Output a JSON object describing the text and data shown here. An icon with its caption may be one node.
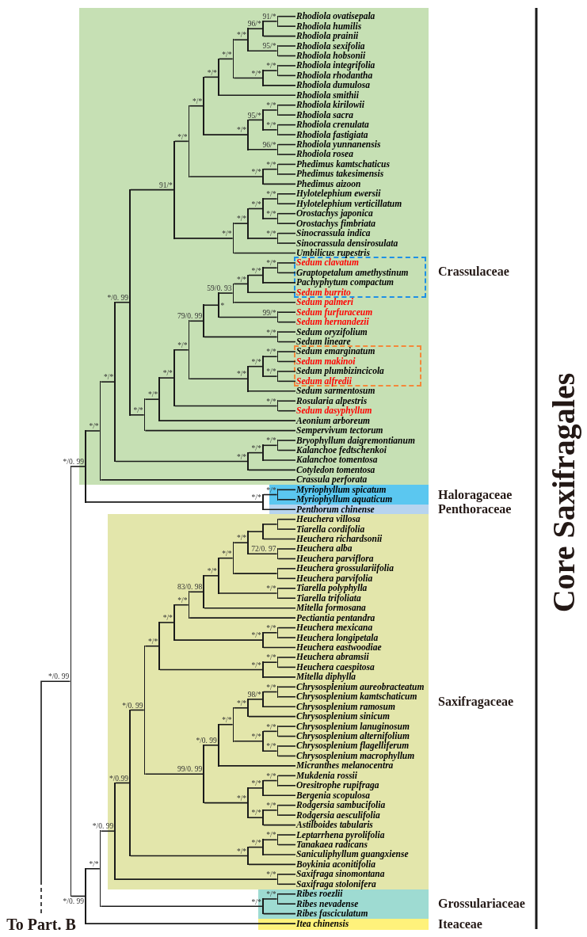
{
  "diagram": {
    "nodes": [
      {
        "text": [
          "Crassulaceae"
        ]
      },
      {
        "text": [],
        "shape": "box",
        "in": 0
      },
      {
        "text": [],
        "shape": "box",
        "in": 0
      },
      {
        "text": [
          "Haloragaceae"
        ]
      },
      {
        "text": [
          "Penthoraceae"
        ]
      },
      {
        "text": [
          "Saxifragaceae"
        ]
      },
      {
        "text": [
          "Grossulariaceae"
        ]
      },
      {
        "text": [
          "Iteaceae"
        ]
      },
      {
        "text": [
          "Rhodiola ovatisepala"
        ],
        "in": 0
      },
      {
        "text": [
          "Rhodiola humilis"
        ],
        "in": 0
      },
      {
        "text": [
          "Rhodiola prainii"
        ],
        "in": 0
      },
      {
        "text": [
          "Rhodiola sexifolia"
        ],
        "in": 0
      },
      {
        "text": [
          "Rhodiola hobsonii"
        ],
        "in": 0
      },
      {
        "text": [
          "Rhodiola integrifolia"
        ],
        "in": 0
      },
      {
        "text": [
          "Rhodiola rhodantha"
        ],
        "in": 0
      },
      {
        "text": [
          "Rhodiola dumulosa"
        ],
        "in": 0
      },
      {
        "text": [
          "Rhodiola smithii"
        ],
        "in": 0
      },
      {
        "text": [
          "Rhodiola kirilowii"
        ],
        "in": 0
      },
      {
        "text": [
          "Rhodiola sacra"
        ],
        "in": 0
      },
      {
        "text": [
          "Rhodiola crenulata"
        ],
        "in": 0
      },
      {
        "text": [
          "Rhodiola fastigiata"
        ],
        "in": 0
      },
      {
        "text": [
          "Rhodiola yunnanensis"
        ],
        "in": 0
      },
      {
        "text": [
          "Rhodiola rosea"
        ],
        "in": 0
      },
      {
        "text": [
          "Phedimus kamtschaticus"
        ],
        "in": 0
      },
      {
        "text": [
          "Phedimus takesimensis"
        ],
        "in": 0
      },
      {
        "text": [
          "Phedimus aizoon"
        ],
        "in": 0
      },
      {
        "text": [
          "Hylotelephium ewersii"
        ],
        "in": 0
      },
      {
        "text": [
          "Hylotelephium verticillatum"
        ],
        "in": 0
      },
      {
        "text": [
          "Orostachys japonica"
        ],
        "in": 0
      },
      {
        "text": [
          "Orostachys fimbriata"
        ],
        "in": 0
      },
      {
        "text": [
          "Sinocrassula indica"
        ],
        "in": 0
      },
      {
        "text": [
          "Sinocrassula densirosulata"
        ],
        "in": 0
      },
      {
        "text": [
          "Umbilicus rupestris"
        ],
        "in": 0
      },
      {
        "text": [
          "Sedum clavatum"
        ],
        "in": 1
      },
      {
        "text": [
          "Graptopetalum amethystinum"
        ],
        "in": 1
      },
      {
        "text": [
          "Pachyphytum compactum"
        ],
        "in": 1
      },
      {
        "text": [
          "Sedum burrito"
        ],
        "in": 1
      },
      {
        "text": [
          "Sedum palmeri"
        ],
        "in": 0
      },
      {
        "text": [
          "Sedum furfuraceum"
        ],
        "in": 0
      },
      {
        "text": [
          "Sedum hernandezii"
        ],
        "in": 0
      },
      {
        "text": [
          "Sedum oryzifolium"
        ],
        "in": 0
      },
      {
        "text": [
          "Sedum lineare"
        ],
        "in": 0
      },
      {
        "text": [
          "Sedum emarginatum"
        ],
        "in": 2
      },
      {
        "text": [
          "Sedum makinoi"
        ],
        "in": 2
      },
      {
        "text": [
          "Sedum plumbizincicola"
        ],
        "in": 2
      },
      {
        "text": [
          "Sedum alfredii"
        ],
        "in": 2
      },
      {
        "text": [
          "Sedum sarmentosum"
        ],
        "in": 0
      },
      {
        "text": [
          "Rosularia alpestris"
        ],
        "in": 0
      },
      {
        "text": [
          "Sedum dasyphyllum"
        ],
        "in": 0
      },
      {
        "text": [
          "Aeonium arboreum"
        ],
        "in": 0
      },
      {
        "text": [
          "Sempervivum tectorum"
        ],
        "in": 0
      },
      {
        "text": [
          "Bryophyllum daigremontianum"
        ],
        "in": 0
      },
      {
        "text": [
          "Kalanchoe fedtschenkoi"
        ],
        "in": 0
      },
      {
        "text": [
          "Kalanchoe tomentosa"
        ],
        "in": 0
      },
      {
        "text": [
          "Cotyledon tomentosa"
        ],
        "in": 0
      },
      {
        "text": [
          "Crassula perforata"
        ],
        "in": 0
      },
      {
        "text": [
          "Myriophyllum spicatum"
        ],
        "in": 3
      },
      {
        "text": [
          "Myriophyllum aquaticum"
        ],
        "in": 3
      },
      {
        "text": [
          "Penthorum chinense"
        ],
        "in": 4
      },
      {
        "text": [
          "Heuchera villosa"
        ],
        "in": 5
      },
      {
        "text": [
          "Tiarella cordifolia"
        ],
        "in": 5
      },
      {
        "text": [
          "Heuchera richardsonii"
        ],
        "in": 5
      },
      {
        "text": [
          "Heuchera alba"
        ],
        "in": 5
      },
      {
        "text": [
          "Heuchera parviflora"
        ],
        "in": 5
      },
      {
        "text": [
          "Heuchera grossulariifolia"
        ],
        "in": 5
      },
      {
        "text": [
          "Heuchera parvifolia"
        ],
        "in": 5
      },
      {
        "text": [
          "Tiarella polyphylla"
        ],
        "in": 5
      },
      {
        "text": [
          "Tiarella trifoliata"
        ],
        "in": 5
      },
      {
        "text": [
          "Mitella formosana"
        ],
        "in": 5
      },
      {
        "text": [
          "Pectiantia pentandra"
        ],
        "in": 5
      },
      {
        "text": [
          "Heuchera mexicana"
        ],
        "in": 5
      },
      {
        "text": [
          "Heuchera longipetala"
        ],
        "in": 5
      },
      {
        "text": [
          "Heuchera eastwoodiae"
        ],
        "in": 5
      },
      {
        "text": [
          "Heuchera abramsii"
        ],
        "in": 5
      },
      {
        "text": [
          "Heuchera caespitosa"
        ],
        "in": 5
      },
      {
        "text": [
          "Mitella diphylla"
        ],
        "in": 5
      },
      {
        "text": [
          "Chrysosplenium aureobracteatum"
        ],
        "in": 5
      },
      {
        "text": [
          "Chrysosplenium kamtschaticum"
        ],
        "in": 5
      },
      {
        "text": [
          "Chrysosplenium ramosum"
        ],
        "in": 5
      },
      {
        "text": [
          "Chrysosplenium sinicum"
        ],
        "in": 5
      },
      {
        "text": [
          "Chrysosplenium lanuginosum"
        ],
        "in": 5
      },
      {
        "text": [
          "Chrysosplenium alternifolium"
        ],
        "in": 5
      },
      {
        "text": [
          "Chrysosplenium flagelliferum"
        ],
        "in": 5
      },
      {
        "text": [
          "Chrysosplenium macrophyllum"
        ],
        "in": 5
      },
      {
        "text": [
          "Micranthes melanocentra"
        ],
        "in": 5
      },
      {
        "text": [
          "Mukdenia rossii"
        ],
        "in": 5
      },
      {
        "text": [
          "Oresitrophe rupifraga"
        ],
        "in": 5
      },
      {
        "text": [
          "Bergenia scopulosa"
        ],
        "in": 5
      },
      {
        "text": [
          "Rodgersia sambucifolia"
        ],
        "in": 5
      },
      {
        "text": [
          "Rodgersia aesculifolia"
        ],
        "in": 5
      },
      {
        "text": [
          "Astilboides tabularis"
        ],
        "in": 5
      },
      {
        "text": [
          "Leptarrhena pyrolifolia"
        ],
        "in": 5
      },
      {
        "text": [
          "Tanakaea radicans"
        ],
        "in": 5
      },
      {
        "text": [
          "Saniculiphyllum guangxiense"
        ],
        "in": 5
      },
      {
        "text": [
          "Boykinia aconitifolia"
        ],
        "in": 5
      },
      {
        "text": [
          "Saxifraga sinomontana"
        ],
        "in": 5
      },
      {
        "text": [
          "Saxifraga stolonifera"
        ],
        "in": 5
      },
      {
        "text": [
          "Ribes roezlii"
        ],
        "in": 6
      },
      {
        "text": [
          "Ribes nevadense"
        ],
        "in": 6
      },
      {
        "text": [
          "Ribes fasciculatum"
        ],
        "in": 6
      },
      {
        "text": [
          "Itea chinensis"
        ],
        "in": 7
      },
      {
        "text": [
          "To Part. B"
        ]
      },
      {
        "text": [],
        "shape": "bar"
      },
      {
        "text": [],
        "shape": "bar"
      },
      {
        "text": [],
        "shape": "bar",
        "in": 0
      },
      {
        "text": [],
        "shape": "bar",
        "in": 0
      },
      {
        "text": [],
        "shape": "bar",
        "in": 0
      },
      {
        "text": [],
        "shape": "bar",
        "in": 0
      },
      {
        "text": [],
        "shape": "bar",
        "in": 0
      },
      {
        "text": [],
        "shape": "bar",
        "in": 0
      },
      {
        "text": [],
        "shape": "bar",
        "in": 0
      },
      {
        "text": [],
        "shape": "bar",
        "in": 0
      },
      {
        "text": [],
        "shape": "bar",
        "in": 0
      },
      {
        "text": [],
        "shape": "bar",
        "in": 0
      },
      {
        "text": [],
        "shape": "bar",
        "in": 0
      },
      {
        "text": [],
        "shape": "bar",
        "in": 0
      },
      {
        "text": [],
        "shape": "bar",
        "in": 0
      },
      {
        "text": [],
        "shape": "bar",
        "in": 0
      },
      {
        "text": [],
        "shape": "bar",
        "in": 0
      },
      {
        "text": [],
        "shape": "bar",
        "in": 0
      },
      {
        "text": [],
        "shape": "bar",
        "in": 0
      },
      {
        "text": [],
        "shape": "bar",
        "in": 0
      },
      {
        "text": [],
        "shape": "bar",
        "in": 0
      },
      {
        "text": [],
        "shape": "bar",
        "in": 0
      },
      {
        "text": [],
        "shape": "bar",
        "in": 0
      },
      {
        "text": [],
        "shape": "bar",
        "in": 0
      },
      {
        "text": [],
        "shape": "bar",
        "in": 0
      },
      {
        "text": [],
        "shape": "bar",
        "in": 0
      },
      {
        "text": [],
        "shape": "bar",
        "in": 0
      },
      {
        "text": [],
        "shape": "bar",
        "in": 0
      },
      {
        "text": [],
        "shape": "bar",
        "in": 0
      },
      {
        "text": [],
        "shape": "bar",
        "in": 0
      },
      {
        "text": [],
        "shape": "bar",
        "in": 0
      },
      {
        "text": [],
        "shape": "bar",
        "in": 0
      },
      {
        "text": [],
        "shape": "bar",
        "in": 0
      },
      {
        "text": [],
        "shape": "bar",
        "in": 0
      },
      {
        "text": [],
        "shape": "bar",
        "in": 0,
        "beside": [
          "*"
        ]
      },
      {
        "text": [],
        "shape": "bar",
        "in": 0
      },
      {
        "text": [],
        "shape": "bar",
        "in": 0
      },
      {
        "text": [],
        "shape": "bar",
        "in": 0
      },
      {
        "text": [],
        "shape": "bar",
        "in": 0
      },
      {
        "text": [],
        "shape": "bar",
        "in": 0
      },
      {
        "text": [],
        "shape": "bar",
        "in": 0
      },
      {
        "text": [],
        "shape": "bar",
        "in": 0
      },
      {
        "text": [],
        "shape": "bar",
        "in": 0
      },
      {
        "text": [],
        "shape": "bar",
        "in": 0
      },
      {
        "text": [],
        "shape": "bar",
        "in": 0
      },
      {
        "text": [],
        "shape": "bar",
        "in": 0
      },
      {
        "text": [],
        "shape": "bar",
        "in": 0
      },
      {
        "text": [],
        "shape": "bar",
        "in": 0
      },
      {
        "text": [],
        "shape": "bar",
        "in": 0
      },
      {
        "text": [],
        "shape": "bar"
      },
      {
        "text": [],
        "shape": "bar",
        "in": 3
      },
      {
        "text": [],
        "shape": "bar"
      },
      {
        "text": [],
        "shape": "bar"
      },
      {
        "text": [],
        "shape": "bar",
        "in": 5
      },
      {
        "text": [],
        "shape": "bar",
        "in": 5
      },
      {
        "text": [],
        "shape": "bar",
        "in": 5
      },
      {
        "text": [],
        "shape": "bar",
        "in": 5
      },
      {
        "text": [],
        "shape": "bar",
        "in": 5
      },
      {
        "text": [],
        "shape": "bar",
        "in": 5
      },
      {
        "text": [],
        "shape": "bar",
        "in": 5
      },
      {
        "text": [],
        "shape": "bar",
        "in": 5
      },
      {
        "text": [],
        "shape": "bar",
        "in": 5
      },
      {
        "text": [],
        "shape": "bar",
        "in": 5
      },
      {
        "text": [],
        "shape": "bar",
        "in": 5
      },
      {
        "text": [],
        "shape": "bar",
        "in": 5
      },
      {
        "text": [],
        "shape": "bar",
        "in": 5
      },
      {
        "text": [],
        "shape": "bar",
        "in": 5
      },
      {
        "text": [],
        "shape": "bar",
        "in": 5
      },
      {
        "text": [],
        "shape": "bar",
        "in": 5
      },
      {
        "text": [],
        "shape": "bar",
        "in": 5
      },
      {
        "text": [],
        "shape": "bar",
        "in": 5
      },
      {
        "text": [],
        "shape": "bar",
        "in": 5
      },
      {
        "text": [],
        "shape": "bar",
        "in": 5
      },
      {
        "text": [],
        "shape": "bar",
        "in": 5
      },
      {
        "text": [],
        "shape": "bar",
        "in": 5
      },
      {
        "text": [],
        "shape": "bar",
        "in": 5
      },
      {
        "text": [],
        "shape": "bar",
        "in": 5
      },
      {
        "text": [],
        "shape": "bar",
        "in": 5
      },
      {
        "text": [],
        "shape": "bar",
        "in": 5
      },
      {
        "text": [],
        "shape": "bar",
        "in": 5
      },
      {
        "text": [],
        "shape": "bar",
        "in": 5
      },
      {
        "text": [],
        "shape": "bar",
        "in": 5
      },
      {
        "text": [],
        "shape": "bar",
        "in": 5
      },
      {
        "text": [],
        "shape": "bar",
        "in": 5
      },
      {
        "text": [],
        "shape": "bar",
        "in": 5
      },
      {
        "text": [],
        "shape": "bar",
        "in": 5
      },
      {
        "text": [],
        "shape": "bar",
        "in": 5
      },
      {
        "text": [],
        "shape": "bar",
        "in": 5
      },
      {
        "text": [],
        "shape": "bar",
        "in": 5
      },
      {
        "text": [],
        "shape": "bar",
        "in": 5
      },
      {
        "text": [],
        "shape": "bar",
        "in": 6
      },
      {
        "text": [],
        "shape": "bar",
        "in": 6
      }
    ],
    "edges": [
      {
        "from": 101,
        "to": 102,
        "arrow": "none",
        "style": "dashed",
        "label": "*/0. 99"
      },
      {
        "from": 102,
        "to": 103,
        "arrow": "none",
        "label": "*/0. 99"
      },
      {
        "from": 102,
        "to": 153,
        "arrow": "none",
        "label": "*/0. 99"
      },
      {
        "from": 103,
        "to": 104,
        "arrow": "none",
        "label": "*/*"
      },
      {
        "from": 103,
        "to": 151,
        "arrow": "none",
        "label": "*/*"
      },
      {
        "from": 104,
        "to": 105,
        "arrow": "none",
        "label": "*/*"
      },
      {
        "from": 104,
        "to": 55,
        "arrow": "none"
      },
      {
        "from": 105,
        "to": 106,
        "arrow": "none",
        "label": "*/0. 99"
      },
      {
        "from": 105,
        "to": 148,
        "arrow": "none",
        "label": "*/*"
      },
      {
        "from": 106,
        "to": 107,
        "arrow": "none",
        "label": "91/*"
      },
      {
        "from": 106,
        "to": 131,
        "arrow": "none",
        "label": "*/*"
      },
      {
        "from": 107,
        "to": 108,
        "arrow": "none",
        "label": "*/*"
      },
      {
        "from": 107,
        "to": 125,
        "arrow": "none",
        "label": "*/*"
      },
      {
        "from": 108,
        "to": 109,
        "arrow": "none",
        "label": "*/*"
      },
      {
        "from": 108,
        "to": 123,
        "arrow": "none",
        "label": "*/*"
      },
      {
        "from": 109,
        "to": 110,
        "arrow": "none",
        "label": "*/*"
      },
      {
        "from": 109,
        "to": 118,
        "arrow": "none",
        "label": "*/*"
      },
      {
        "from": 110,
        "to": 111,
        "arrow": "none",
        "label": "*/*"
      },
      {
        "from": 110,
        "to": 16,
        "arrow": "none"
      },
      {
        "from": 111,
        "to": 112,
        "arrow": "none",
        "label": "*/*"
      },
      {
        "from": 111,
        "to": 116,
        "arrow": "none",
        "label": "*/*"
      },
      {
        "from": 112,
        "to": 113,
        "arrow": "none",
        "label": "96/*"
      },
      {
        "from": 112,
        "to": 115,
        "arrow": "none",
        "label": "95/*"
      },
      {
        "from": 113,
        "to": 114,
        "arrow": "none",
        "label": "91/*"
      },
      {
        "from": 113,
        "to": 10,
        "arrow": "none"
      },
      {
        "from": 114,
        "to": 8,
        "arrow": "none"
      },
      {
        "from": 114,
        "to": 9,
        "arrow": "none"
      },
      {
        "from": 115,
        "to": 11,
        "arrow": "none"
      },
      {
        "from": 115,
        "to": 12,
        "arrow": "none"
      },
      {
        "from": 116,
        "to": 117,
        "arrow": "none",
        "label": "*/*"
      },
      {
        "from": 116,
        "to": 15,
        "arrow": "none"
      },
      {
        "from": 117,
        "to": 13,
        "arrow": "none"
      },
      {
        "from": 117,
        "to": 14,
        "arrow": "none"
      },
      {
        "from": 118,
        "to": 119,
        "arrow": "none",
        "label": "95/*"
      },
      {
        "from": 118,
        "to": 122,
        "arrow": "none",
        "label": "96/*"
      },
      {
        "from": 119,
        "to": 120,
        "arrow": "none",
        "label": "*/*"
      },
      {
        "from": 119,
        "to": 121,
        "arrow": "none",
        "label": "*/*"
      },
      {
        "from": 120,
        "to": 17,
        "arrow": "none"
      },
      {
        "from": 120,
        "to": 18,
        "arrow": "none"
      },
      {
        "from": 121,
        "to": 19,
        "arrow": "none"
      },
      {
        "from": 121,
        "to": 20,
        "arrow": "none"
      },
      {
        "from": 122,
        "to": 21,
        "arrow": "none"
      },
      {
        "from": 122,
        "to": 22,
        "arrow": "none"
      },
      {
        "from": 123,
        "to": 124,
        "arrow": "none",
        "label": "*/*"
      },
      {
        "from": 123,
        "to": 25,
        "arrow": "none"
      },
      {
        "from": 124,
        "to": 23,
        "arrow": "none"
      },
      {
        "from": 124,
        "to": 24,
        "arrow": "none"
      },
      {
        "from": 125,
        "to": 126,
        "arrow": "none",
        "label": "*/*"
      },
      {
        "from": 125,
        "to": 32,
        "arrow": "none"
      },
      {
        "from": 126,
        "to": 127,
        "arrow": "none",
        "label": "*/*"
      },
      {
        "from": 126,
        "to": 130,
        "arrow": "none",
        "label": "*/*"
      },
      {
        "from": 127,
        "to": 128,
        "arrow": "none",
        "label": "*/*"
      },
      {
        "from": 127,
        "to": 129,
        "arrow": "none",
        "label": "*/*"
      },
      {
        "from": 128,
        "to": 26,
        "arrow": "none"
      },
      {
        "from": 128,
        "to": 27,
        "arrow": "none"
      },
      {
        "from": 129,
        "to": 28,
        "arrow": "none"
      },
      {
        "from": 129,
        "to": 29,
        "arrow": "none"
      },
      {
        "from": 130,
        "to": 30,
        "arrow": "none"
      },
      {
        "from": 130,
        "to": 31,
        "arrow": "none"
      },
      {
        "from": 131,
        "to": 132,
        "arrow": "none",
        "label": "*/*"
      },
      {
        "from": 131,
        "to": 50,
        "arrow": "none"
      },
      {
        "from": 132,
        "to": 133,
        "arrow": "none",
        "label": "*/*"
      },
      {
        "from": 132,
        "to": 49,
        "arrow": "none"
      },
      {
        "from": 133,
        "to": 134,
        "arrow": "none",
        "label": "*/*"
      },
      {
        "from": 133,
        "to": 147,
        "arrow": "none",
        "label": "*/*"
      },
      {
        "from": 134,
        "to": 135,
        "arrow": "none",
        "label": "79/0. 99"
      },
      {
        "from": 134,
        "to": 143,
        "arrow": "none",
        "label": "*/*"
      },
      {
        "from": 135,
        "to": 136,
        "arrow": "none"
      },
      {
        "from": 135,
        "to": 142,
        "arrow": "none",
        "label": "*/*"
      },
      {
        "from": 136,
        "to": 137,
        "arrow": "none",
        "label": "59/0. 93"
      },
      {
        "from": 136,
        "to": 141,
        "arrow": "none",
        "label": "99/*"
      },
      {
        "from": 137,
        "to": 138,
        "arrow": "none",
        "label": "*/*"
      },
      {
        "from": 137,
        "to": 37,
        "arrow": "none"
      },
      {
        "from": 138,
        "to": 139,
        "arrow": "none",
        "label": "*/*"
      },
      {
        "from": 138,
        "to": 36,
        "arrow": "none"
      },
      {
        "from": 139,
        "to": 140,
        "arrow": "none",
        "label": "*/*"
      },
      {
        "from": 139,
        "to": 35,
        "arrow": "none"
      },
      {
        "from": 140,
        "to": 33,
        "arrow": "none"
      },
      {
        "from": 140,
        "to": 34,
        "arrow": "none"
      },
      {
        "from": 141,
        "to": 38,
        "arrow": "none"
      },
      {
        "from": 141,
        "to": 39,
        "arrow": "none"
      },
      {
        "from": 142,
        "to": 40,
        "arrow": "none"
      },
      {
        "from": 142,
        "to": 41,
        "arrow": "none"
      },
      {
        "from": 143,
        "to": 144,
        "arrow": "none",
        "label": "*/*"
      },
      {
        "from": 143,
        "to": 46,
        "arrow": "none"
      },
      {
        "from": 144,
        "to": 145,
        "arrow": "none",
        "label": "*/*"
      },
      {
        "from": 144,
        "to": 146,
        "arrow": "none",
        "label": "*/*"
      },
      {
        "from": 145,
        "to": 42,
        "arrow": "none"
      },
      {
        "from": 145,
        "to": 43,
        "arrow": "none"
      },
      {
        "from": 146,
        "to": 44,
        "arrow": "none"
      },
      {
        "from": 146,
        "to": 45,
        "arrow": "none"
      },
      {
        "from": 147,
        "to": 47,
        "arrow": "none"
      },
      {
        "from": 147,
        "to": 48,
        "arrow": "none"
      },
      {
        "from": 148,
        "to": 149,
        "arrow": "none",
        "label": "*/*"
      },
      {
        "from": 148,
        "to": 54,
        "arrow": "none"
      },
      {
        "from": 149,
        "to": 150,
        "arrow": "none",
        "label": "*/*"
      },
      {
        "from": 149,
        "to": 53,
        "arrow": "none"
      },
      {
        "from": 150,
        "to": 51,
        "arrow": "none"
      },
      {
        "from": 150,
        "to": 52,
        "arrow": "none"
      },
      {
        "from": 151,
        "to": 152,
        "arrow": "none",
        "label": "*/*"
      },
      {
        "from": 151,
        "to": 58,
        "arrow": "none"
      },
      {
        "from": 152,
        "to": 56,
        "arrow": "none"
      },
      {
        "from": 152,
        "to": 57,
        "arrow": "none"
      },
      {
        "from": 153,
        "to": 154,
        "arrow": "none",
        "label": "*/*"
      },
      {
        "from": 153,
        "to": 100,
        "arrow": "none"
      },
      {
        "from": 154,
        "to": 155,
        "arrow": "none",
        "label": "*/0. 99"
      },
      {
        "from": 154,
        "to": 192,
        "arrow": "none",
        "label": "*/*"
      },
      {
        "from": 155,
        "to": 156,
        "arrow": "none",
        "label": "*/0.99"
      },
      {
        "from": 155,
        "to": 191,
        "arrow": "none",
        "label": "*/*"
      },
      {
        "from": 156,
        "to": 157,
        "arrow": "none",
        "label": "*/0. 99"
      },
      {
        "from": 156,
        "to": 188,
        "arrow": "none",
        "label": "*/*"
      },
      {
        "from": 157,
        "to": 158,
        "arrow": "none",
        "label": "*/*"
      },
      {
        "from": 157,
        "to": 174,
        "arrow": "none",
        "label": "99/0. 99"
      },
      {
        "from": 158,
        "to": 159,
        "arrow": "none",
        "label": "*/*"
      },
      {
        "from": 158,
        "to": 172,
        "arrow": "none",
        "label": "*/*"
      },
      {
        "from": 159,
        "to": 160,
        "arrow": "none",
        "label": "*/*"
      },
      {
        "from": 159,
        "to": 170,
        "arrow": "none",
        "label": "*/*"
      },
      {
        "from": 160,
        "to": 161,
        "arrow": "none",
        "label": "83/0. 98"
      },
      {
        "from": 160,
        "to": 69,
        "arrow": "none"
      },
      {
        "from": 161,
        "to": 162,
        "arrow": "none",
        "label": "*/*"
      },
      {
        "from": 161,
        "to": 68,
        "arrow": "none"
      },
      {
        "from": 162,
        "to": 163,
        "arrow": "none",
        "label": "*/*"
      },
      {
        "from": 162,
        "to": 169,
        "arrow": "none",
        "label": "*/*"
      },
      {
        "from": 163,
        "to": 164,
        "arrow": "none",
        "label": "*/*"
      },
      {
        "from": 163,
        "to": 168,
        "arrow": "none"
      },
      {
        "from": 164,
        "to": 165,
        "arrow": "none"
      },
      {
        "from": 164,
        "to": 167,
        "arrow": "none",
        "label": "72/0. 97"
      },
      {
        "from": 165,
        "to": 166,
        "arrow": "none"
      },
      {
        "from": 165,
        "to": 61,
        "arrow": "none"
      },
      {
        "from": 166,
        "to": 59,
        "arrow": "none"
      },
      {
        "from": 166,
        "to": 60,
        "arrow": "none"
      },
      {
        "from": 167,
        "to": 62,
        "arrow": "none"
      },
      {
        "from": 167,
        "to": 63,
        "arrow": "none"
      },
      {
        "from": 168,
        "to": 64,
        "arrow": "none"
      },
      {
        "from": 168,
        "to": 65,
        "arrow": "none"
      },
      {
        "from": 169,
        "to": 66,
        "arrow": "none"
      },
      {
        "from": 169,
        "to": 67,
        "arrow": "none"
      },
      {
        "from": 170,
        "to": 171,
        "arrow": "none",
        "label": "*/*"
      },
      {
        "from": 170,
        "to": 72,
        "arrow": "none"
      },
      {
        "from": 171,
        "to": 70,
        "arrow": "none"
      },
      {
        "from": 171,
        "to": 71,
        "arrow": "none"
      },
      {
        "from": 172,
        "to": 173,
        "arrow": "none",
        "label": "*/*"
      },
      {
        "from": 172,
        "to": 75,
        "arrow": "none"
      },
      {
        "from": 173,
        "to": 73,
        "arrow": "none"
      },
      {
        "from": 173,
        "to": 74,
        "arrow": "none"
      },
      {
        "from": 174,
        "to": 175,
        "arrow": "none",
        "label": "*/0. 99"
      },
      {
        "from": 174,
        "to": 183,
        "arrow": "none",
        "label": "*/*"
      },
      {
        "from": 175,
        "to": 176,
        "arrow": "none",
        "label": "*/*"
      },
      {
        "from": 175,
        "to": 84,
        "arrow": "none"
      },
      {
        "from": 176,
        "to": 177,
        "arrow": "none",
        "label": "*/*"
      },
      {
        "from": 176,
        "to": 180,
        "arrow": "none",
        "label": "*/*"
      },
      {
        "from": 177,
        "to": 178,
        "arrow": "none",
        "label": "98/*"
      },
      {
        "from": 177,
        "to": 79,
        "arrow": "none"
      },
      {
        "from": 178,
        "to": 179,
        "arrow": "none",
        "label": "*/*"
      },
      {
        "from": 178,
        "to": 78,
        "arrow": "none"
      },
      {
        "from": 179,
        "to": 76,
        "arrow": "none"
      },
      {
        "from": 179,
        "to": 77,
        "arrow": "none"
      },
      {
        "from": 180,
        "to": 181,
        "arrow": "none",
        "label": "*/*"
      },
      {
        "from": 180,
        "to": 182,
        "arrow": "none",
        "label": "*/*"
      },
      {
        "from": 181,
        "to": 80,
        "arrow": "none"
      },
      {
        "from": 181,
        "to": 81,
        "arrow": "none"
      },
      {
        "from": 182,
        "to": 82,
        "arrow": "none"
      },
      {
        "from": 182,
        "to": 83,
        "arrow": "none"
      },
      {
        "from": 183,
        "to": 184,
        "arrow": "none",
        "label": "*/*"
      },
      {
        "from": 183,
        "to": 186,
        "arrow": "none",
        "label": "*/*"
      },
      {
        "from": 184,
        "to": 185,
        "arrow": "none",
        "label": "*/*"
      },
      {
        "from": 184,
        "to": 87,
        "arrow": "none"
      },
      {
        "from": 185,
        "to": 85,
        "arrow": "none"
      },
      {
        "from": 185,
        "to": 86,
        "arrow": "none"
      },
      {
        "from": 186,
        "to": 187,
        "arrow": "none",
        "label": "*/*"
      },
      {
        "from": 186,
        "to": 90,
        "arrow": "none"
      },
      {
        "from": 187,
        "to": 88,
        "arrow": "none"
      },
      {
        "from": 187,
        "to": 89,
        "arrow": "none"
      },
      {
        "from": 188,
        "to": 189,
        "arrow": "none",
        "label": "*/*"
      },
      {
        "from": 188,
        "to": 94,
        "arrow": "none"
      },
      {
        "from": 189,
        "to": 190,
        "arrow": "none",
        "label": "*/*"
      },
      {
        "from": 189,
        "to": 93,
        "arrow": "none"
      },
      {
        "from": 190,
        "to": 91,
        "arrow": "none"
      },
      {
        "from": 190,
        "to": 92,
        "arrow": "none"
      },
      {
        "from": 191,
        "to": 95,
        "arrow": "none"
      },
      {
        "from": 191,
        "to": 96,
        "arrow": "none"
      },
      {
        "from": 192,
        "to": 193,
        "arrow": "none",
        "label": "*/*"
      },
      {
        "from": 192,
        "to": 99,
        "arrow": "none"
      },
      {
        "from": 193,
        "to": 97,
        "arrow": "none"
      },
      {
        "from": 193,
        "to": 98,
        "arrow": "none"
      }
    ],
    "labels": [
      "Core Saxifragales"
    ]
  }
}
